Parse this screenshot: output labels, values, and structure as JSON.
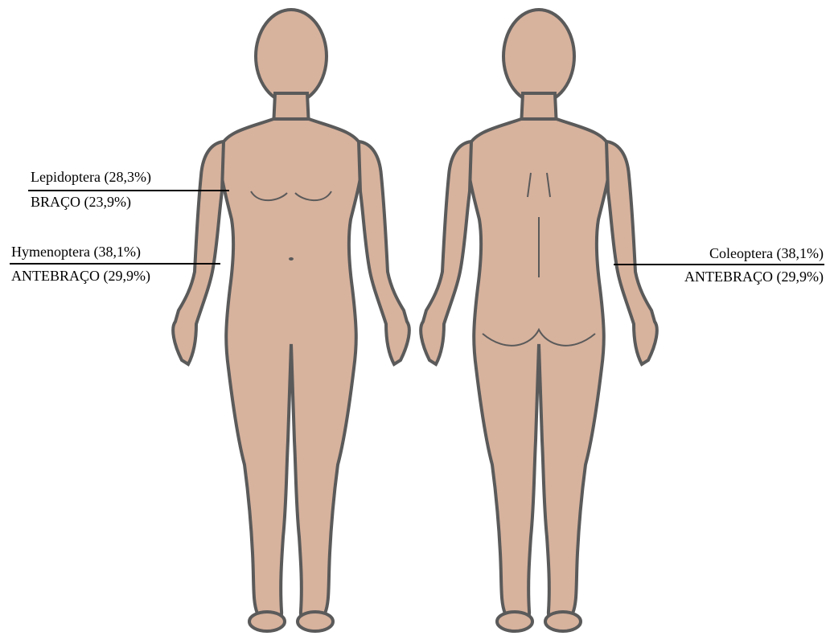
{
  "figure": {
    "skin_color": "#d7b29d",
    "outline_color": "#5a5a5a",
    "line_color": "#000000"
  },
  "labels": {
    "lepidoptera": "Lepidoptera (28,3%)",
    "braco": "BRAÇO (23,9%)",
    "hymenoptera": "Hymenoptera (38,1%)",
    "antebraco_left": "ANTEBRAÇO (29,9%)",
    "coleoptera": "Coleoptera (38,1%)",
    "antebraco_right": "ANTEBRAÇO (29,9%)"
  }
}
